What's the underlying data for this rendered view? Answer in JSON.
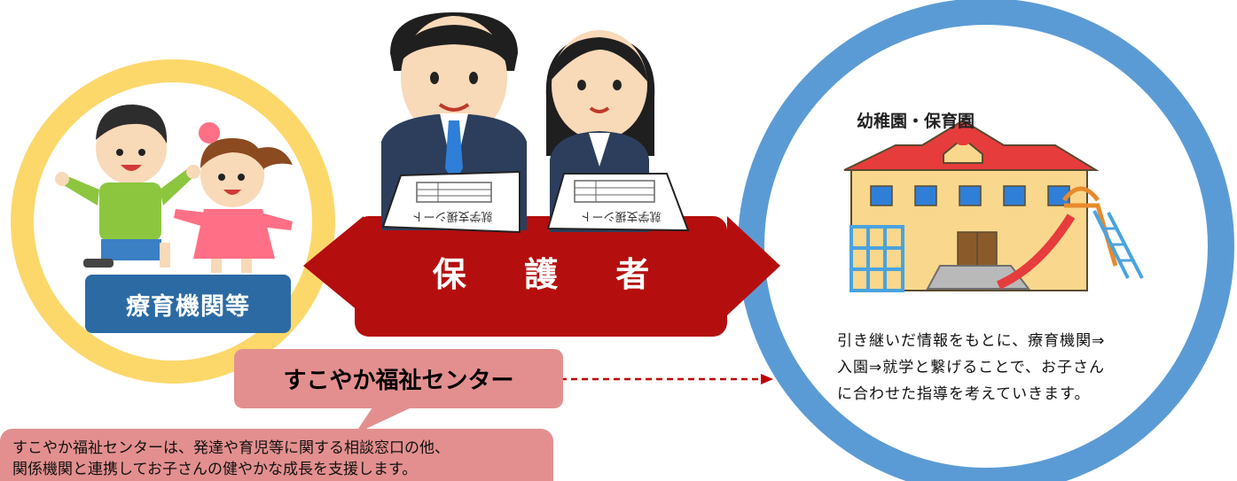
{
  "center": {
    "label": "保 護 者"
  },
  "left": {
    "label": "療育機関等"
  },
  "right": {
    "title": "幼稚園・保育園",
    "description_lines": [
      "引き継いだ情報をもとに、療育機関⇒",
      "入園⇒就学と繋げることで、お子さん",
      "に合わせた指導を考えていきます。"
    ]
  },
  "center_bottom": {
    "label": "すこやか福祉センター"
  },
  "description": {
    "lines": [
      "すこやか福祉センターは、発達や育児等に関する相談窓口の他、",
      "関係機関と連携してお子さんの健やかな成長を支援します。"
    ]
  },
  "sheets": {
    "label": "就学支援シート"
  },
  "colors": {
    "left_circle": "#fcd86b",
    "right_circle": "#5b9bd5",
    "arrow": "#b50e0e",
    "ryoiku_box": "#2c6aa3",
    "sukoyaka_box": "#e38f8f",
    "dashed_arrow": "#c00000"
  },
  "icons": [
    "children-illustration",
    "parents-illustration",
    "kindergarten-building-illustration"
  ]
}
